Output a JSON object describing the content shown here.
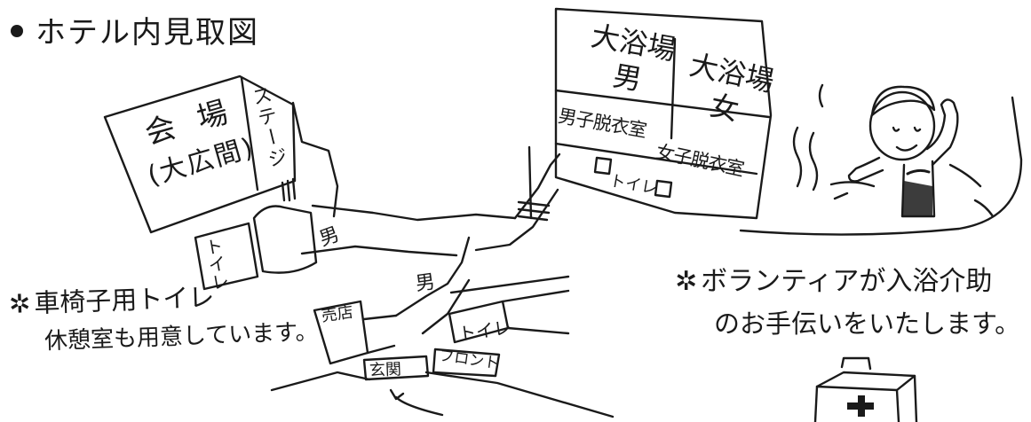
{
  "map": {
    "title": "ホテル内見取図",
    "rooms": {
      "hall": "会 場",
      "hall_sub": "(大広間)",
      "stage": "ステージ",
      "toilet_left": "トイレ",
      "bath_men_line1": "大浴場",
      "bath_men_line2": "男",
      "bath_women_line1": "大浴場",
      "bath_women_line2": "女",
      "dressing_men": "男子脱衣室",
      "dressing_women": "女子脱衣室",
      "toilet_bath": "トイレ",
      "men_room_1": "男",
      "men_room_2": "男",
      "toilet_center": "トイレ",
      "front_desk": "フロント",
      "shop": "売店",
      "entrance": "玄関"
    },
    "notes": {
      "note1_line1": "車椅子用トイレ",
      "note1_line2": "休憩室も用意しています。",
      "note2_line1": "ボランティアが入浴介助",
      "note2_line2": "のお手伝いをいたします。",
      "marker": "✲"
    }
  },
  "colors": {
    "ink": "#1a1a1a",
    "paper": "#ffffff",
    "red_cross": "#1a1a1a"
  }
}
